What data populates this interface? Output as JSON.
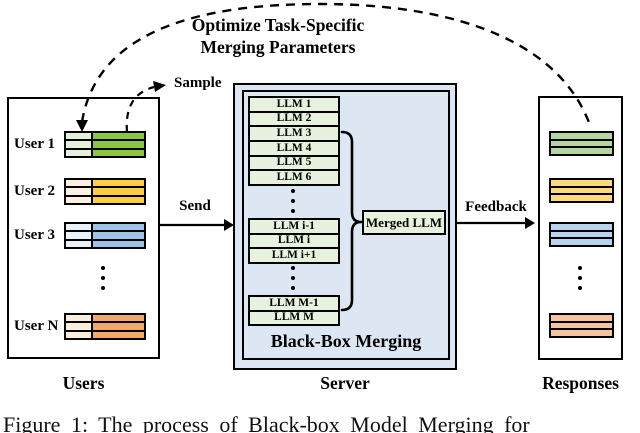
{
  "title": {
    "line1": "Optimize Task-Specific",
    "line2": "Merging Parameters"
  },
  "arrows": {
    "sample": "Sample",
    "send": "Send",
    "feedback": "Feedback"
  },
  "users": {
    "caption": "Users",
    "rows": [
      {
        "label": "User 1",
        "small_color": "#e3f0da",
        "large_color": "#8cc63f"
      },
      {
        "label": "User 2",
        "small_color": "#fdf0dd",
        "large_color": "#fbce44"
      },
      {
        "label": "User 3",
        "small_color": "#eaf2f9",
        "large_color": "#9dc3e6"
      },
      {
        "label": "User N",
        "small_color": "#f9eedb",
        "large_color": "#f1a86b"
      }
    ]
  },
  "server": {
    "caption": "Server",
    "inner_label": "Black-Box Merging",
    "merged_label": "Merged LLM",
    "fill": "#dce7f3",
    "llm_fill": "#e6f2dd",
    "groups": [
      [
        "LLM 1",
        "LLM 2",
        "LLM 3",
        "LLM 4",
        "LLM 5",
        "LLM 6"
      ],
      [
        "LLM i-1",
        "LLM i",
        "LLM i+1"
      ],
      [
        "LLM M-1",
        "LLM M"
      ]
    ]
  },
  "responses": {
    "caption": "Responses",
    "blocks": [
      {
        "color": "#b2d5a2"
      },
      {
        "color": "#fcd97b"
      },
      {
        "color": "#b8d3ed"
      },
      {
        "color": "#f6c59f"
      }
    ]
  },
  "figure_caption": "Figure 1: The process of Black-box Model Merging for"
}
